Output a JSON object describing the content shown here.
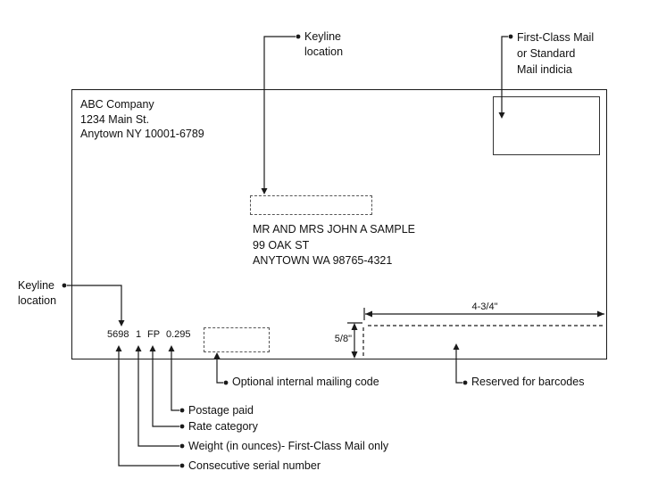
{
  "envelope": {
    "return_address": [
      "ABC Company",
      "1234 Main St.",
      "Anytown NY 10001-6789"
    ],
    "recipient_address": [
      "MR AND MRS JOHN A SAMPLE",
      "99 OAK ST",
      "ANYTOWN WA 98765-4321"
    ],
    "keyline": {
      "serial": "5698",
      "weight": "1",
      "rate": "FP",
      "postage": "0.295"
    }
  },
  "callouts": {
    "keyline_top": [
      "Keyline",
      "location"
    ],
    "indicia": [
      "First-Class Mail",
      "or Standard",
      "Mail indicia"
    ],
    "keyline_left": [
      "Keyline",
      "location"
    ],
    "optional_code": "Optional internal mailing code",
    "reserved_barcodes": "Reserved for barcodes",
    "postage_paid": "Postage paid",
    "rate_category": "Rate category",
    "weight": "Weight (in ounces)- First-Class Mail only",
    "serial_number": "Consecutive serial number"
  },
  "measurements": {
    "width": "4-3/4\"",
    "height": "5/8\""
  }
}
